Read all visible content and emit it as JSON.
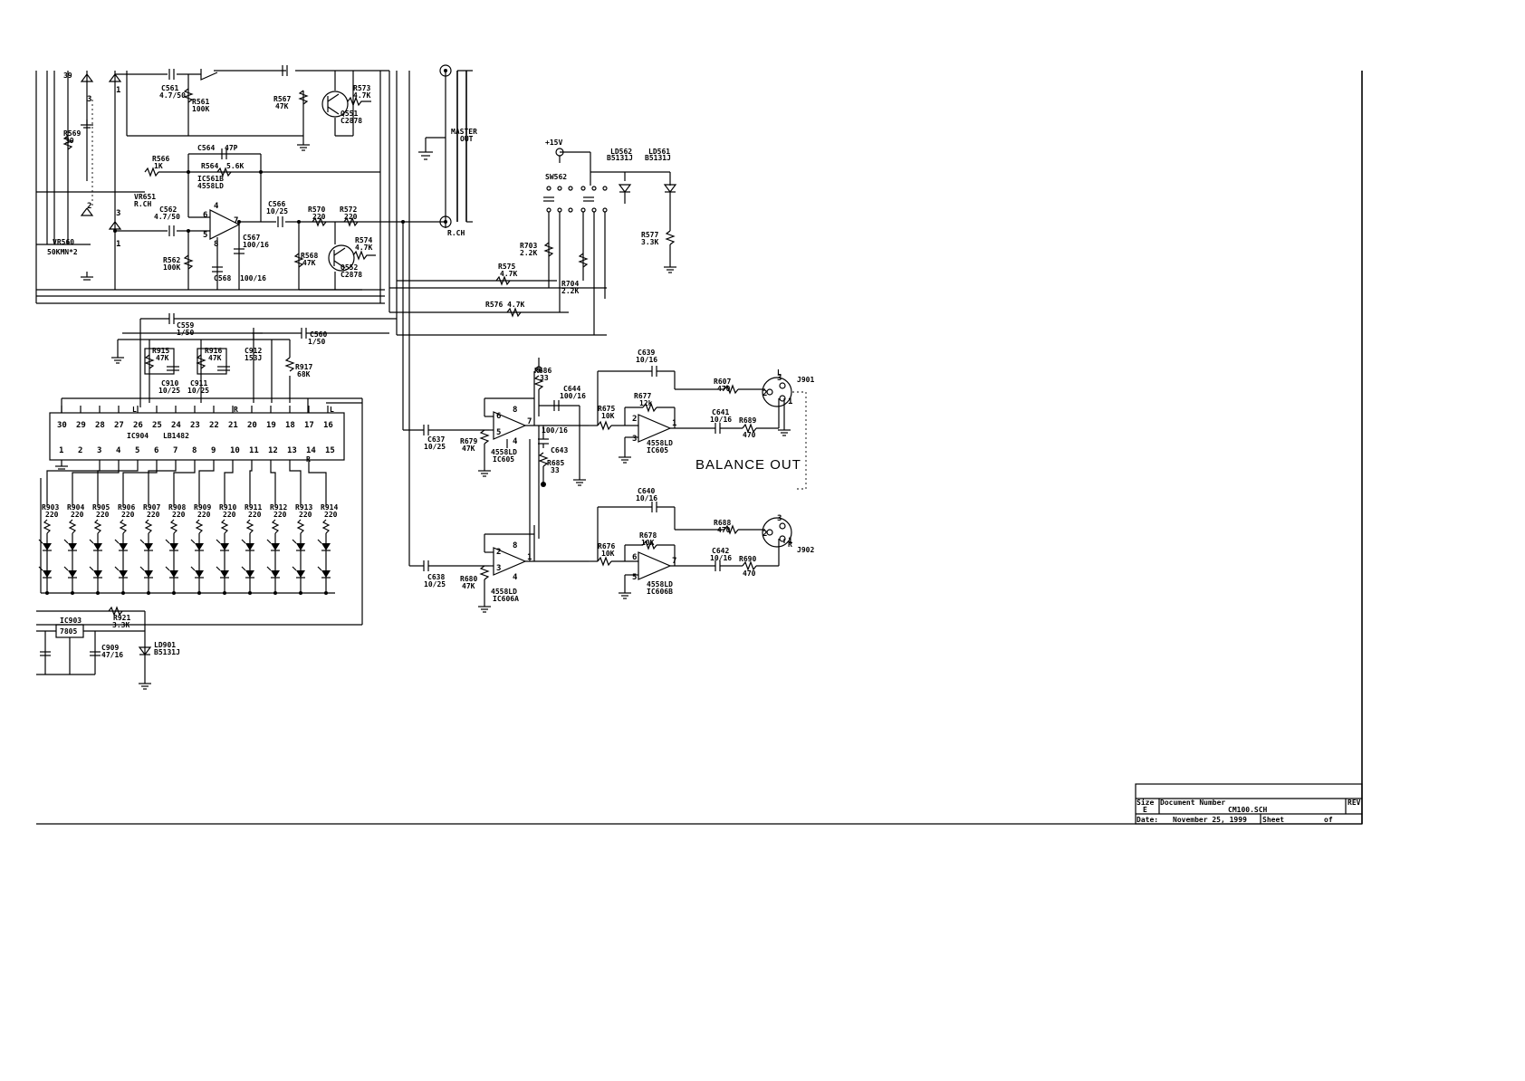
{
  "title_block": {
    "size_label": "Size",
    "size_value": "E",
    "doc_number_label": "Document Number",
    "doc_number": "CM100.SCH",
    "rev_label": "REV",
    "date_label": "Date:",
    "date": "November 25, 1999",
    "sheet_label": "Sheet",
    "of_label": "of"
  },
  "headings": {
    "balance_out": "BALANCE OUT"
  },
  "labels": {
    "c561": "C561",
    "c561_v": "4.7/50",
    "r561": "R561",
    "r561_v": "100K",
    "r567": "R567",
    "r567_v": "47K",
    "r573": "R573",
    "r573_v": "4.7K",
    "q551": "Q551",
    "q551_v": "C2878",
    "master_out": "MASTER",
    "master_out2": "OUT",
    "rch_out": "R.CH",
    "r569": "R569",
    "r569_v": "39",
    "r_top": "39",
    "c564": "C564",
    "c564_v": "47P",
    "r566": "R566",
    "r566_v": "1K",
    "r564": "R564",
    "r564_v": "5.6K",
    "ic561b": "IC561B",
    "ic561b_v": "4558LD",
    "vr651": "VR651",
    "vr651_v": "R.CH",
    "c562": "C562",
    "c562_v": "4.7/50",
    "c566": "C566",
    "c566_v": "10/25",
    "r570": "R570",
    "r570_v": "220",
    "r572": "R572",
    "r572_v": "220",
    "c567": "C567",
    "c567_v": "100/16",
    "r568": "R568",
    "r568_v": "47K",
    "r574": "R574",
    "r574_v": "4.7K",
    "q552": "Q552",
    "q552_v": "C2878",
    "vr560": "VR560",
    "vr560_v": "50KMN*2",
    "r562": "R562",
    "r562_v": "100K",
    "c568": "C568",
    "c568_v": "100/16",
    "plus15v": "+15V",
    "sw562": "SW562",
    "ld562": "LD562",
    "ld562_v": "B5131J",
    "ld561": "LD561",
    "ld561_v": "B5131J",
    "r577": "R577",
    "r577_v": "3.3K",
    "r703": "R703",
    "r703_v": "2.2K",
    "r575": "R575",
    "r575_v": "4.7K",
    "r704": "R704",
    "r704_v": "2.2K",
    "r576": "R576 4.7K",
    "c559": "C559",
    "c559_v": "1/50",
    "c560": "C560",
    "c560_v": "1/50",
    "r915": "R915",
    "r915_v": "47K",
    "r916": "R916",
    "r916_v": "47K",
    "c912": "C912",
    "c912_v": "153J",
    "r917": "R917",
    "r917_v": "68K",
    "c910": "C910",
    "c910_v": "10/25",
    "c911": "C911",
    "c911_v": "10/25",
    "ic904": "IC904",
    "ic904_v": "LB1482",
    "l_mark": "L",
    "r_mark": "R",
    "r686": "R686",
    "r686_v": "33",
    "c639": "C639",
    "c639_v": "10/16",
    "c644": "C644",
    "c644_v": "100/16",
    "r607": "R607",
    "r607_v": "470",
    "r677": "R677",
    "r677_v": "12k",
    "r675": "R675",
    "r675_v": "10K",
    "c641": "C641",
    "c641_v": "10/16",
    "r689": "R689",
    "r689_v": "470",
    "c637": "C637",
    "c637_v": "10/25",
    "r679": "R679",
    "r679_v": "47K",
    "ic605a": "4558LD",
    "ic605a_v": "IC605",
    "c643_v": "100/16",
    "c643": "C643",
    "r685": "R685",
    "r685_v": "33",
    "ic605b": "4558LD",
    "ic605b_v": "IC605",
    "j901": "J901",
    "j902": "J902",
    "c640": "C640",
    "c640_v": "10/16",
    "r688": "R688",
    "r688_v": "470",
    "r678": "R678",
    "r678_v": "10K",
    "r676": "R676",
    "r676_v": "10K",
    "c642": "C642",
    "c642_v": "10/16",
    "r690": "R690",
    "r690_v": "470",
    "c638": "C638",
    "c638_v": "10/25",
    "r680": "R680",
    "r680_v": "47K",
    "ic606a": "4558LD",
    "ic606a_v": "IC606A",
    "ic606b": "4558LD",
    "ic606b_v": "IC606B",
    "ic903": "IC903",
    "ic903_v": "7805",
    "r921": "R921",
    "r921_v": "3.3K",
    "c909": "C909",
    "c909_v": "47/16",
    "ld901": "LD901",
    "ld901_v": "B5131J",
    "pin_l": "L",
    "pin_r": "R"
  },
  "ic904_top_pins": [
    "30",
    "29",
    "28",
    "27",
    "26",
    "25",
    "24",
    "23",
    "22",
    "21",
    "20",
    "19",
    "18",
    "17",
    "16"
  ],
  "ic904_bottom_pins": [
    "1",
    "2",
    "3",
    "4",
    "5",
    "6",
    "7",
    "8",
    "9",
    "10",
    "11",
    "12",
    "13",
    "14",
    "15"
  ],
  "led_resistors": [
    "R903",
    "R904",
    "R905",
    "R906",
    "R907",
    "R908",
    "R909",
    "R910",
    "R911",
    "R912",
    "R913",
    "R914"
  ],
  "led_resistor_value": "220",
  "misc_pins": {
    "p1": "1",
    "p2": "2",
    "p3": "3",
    "p4": "4",
    "p5": "5",
    "p6": "6",
    "p7": "7",
    "p8": "8"
  }
}
